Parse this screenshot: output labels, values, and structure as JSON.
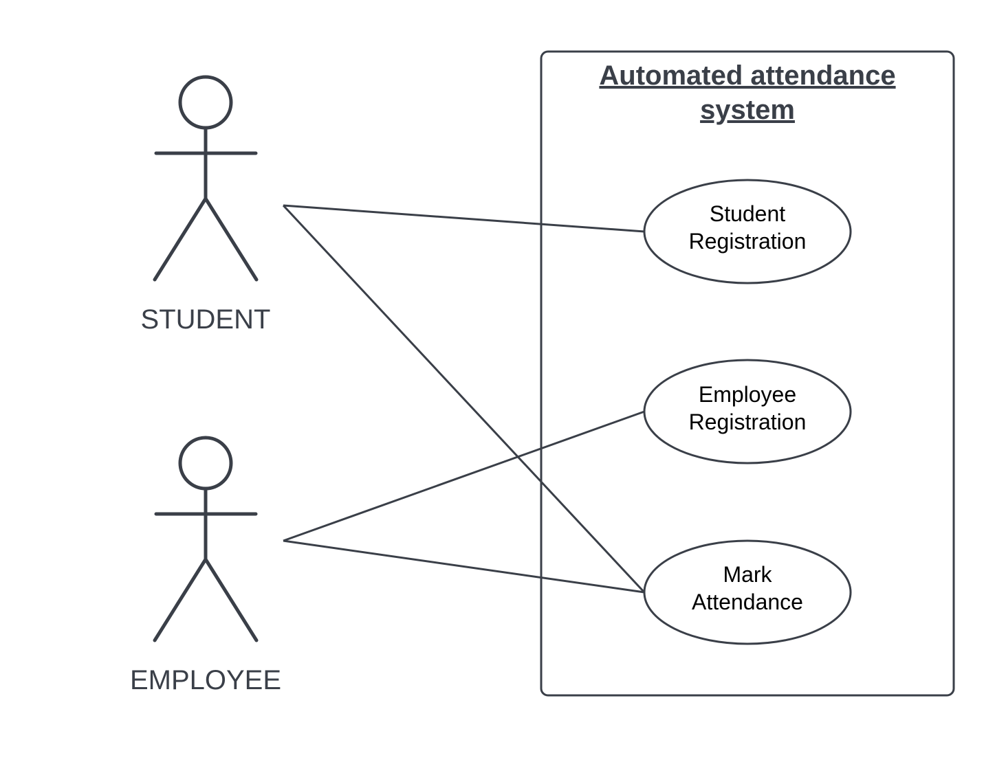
{
  "system": {
    "title_line1": "Automated attendance",
    "title_line2": "system"
  },
  "actors": {
    "student": {
      "label": "STUDENT"
    },
    "employee": {
      "label": "EMPLOYEE"
    }
  },
  "use_cases": {
    "student_registration": {
      "line1": "Student",
      "line2": "Registration"
    },
    "employee_registration": {
      "line1": "Employee",
      "line2": "Registration"
    },
    "mark_attendance": {
      "line1": "Mark",
      "line2": "Attendance"
    }
  },
  "colors": {
    "stroke": "#3a3f48",
    "text": "#000000",
    "background": "#ffffff"
  }
}
